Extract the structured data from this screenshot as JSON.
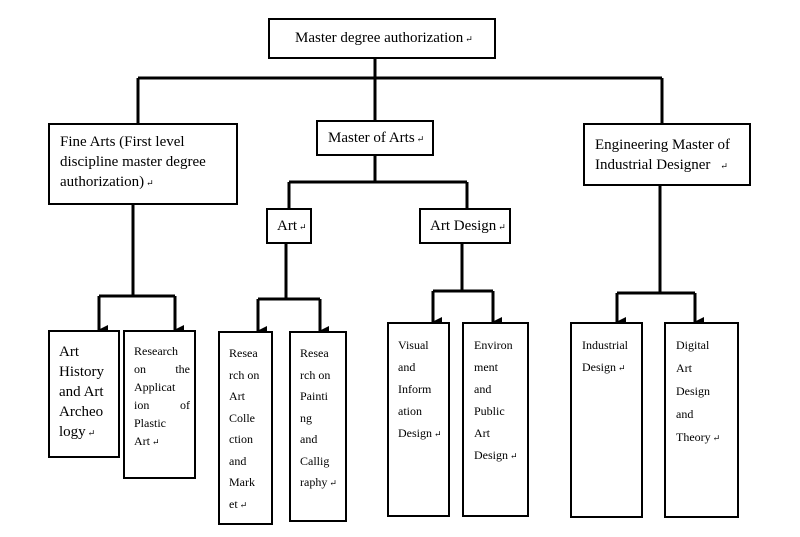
{
  "diagram": {
    "root": {
      "label": "Master degree authorization"
    },
    "level1": {
      "fine_arts": {
        "lines": [
          "Fine Arts (First level",
          "discipline master degree",
          "authorization)"
        ]
      },
      "master_of_arts": {
        "label": "Master of Arts"
      },
      "engineering": {
        "lines": [
          "Engineering Master of",
          "Industrial Designer"
        ]
      }
    },
    "level2": {
      "art": {
        "label": "Art"
      },
      "art_design": {
        "label": "Art Design"
      }
    },
    "leaves": {
      "art_history": {
        "lines": [
          "Art",
          "History",
          "and Art",
          "Archeo",
          "logy"
        ]
      },
      "plastic_art": {
        "lines": [
          "Research",
          "on the",
          "Applicat",
          "ion of",
          "Plastic",
          "Art"
        ]
      },
      "art_collection": {
        "lines": [
          "Resea",
          "rch on",
          "Art",
          "Colle",
          "ction",
          "and",
          "Mark",
          "et"
        ]
      },
      "painting": {
        "lines": [
          "Resea",
          "rch on",
          "Painti",
          "ng",
          "and",
          "Callig",
          "raphy"
        ]
      },
      "visual_info": {
        "lines": [
          "Visual",
          "and",
          "Inform",
          "ation",
          "Design"
        ]
      },
      "environment": {
        "lines": [
          "Environ",
          "ment",
          "and",
          "Public",
          "Art",
          "Design"
        ]
      },
      "industrial": {
        "lines": [
          "Industrial",
          "Design"
        ]
      },
      "digital_art": {
        "lines": [
          "Digital",
          "Art",
          "Design",
          "and",
          "Theory"
        ]
      }
    },
    "return_mark": "↵"
  }
}
